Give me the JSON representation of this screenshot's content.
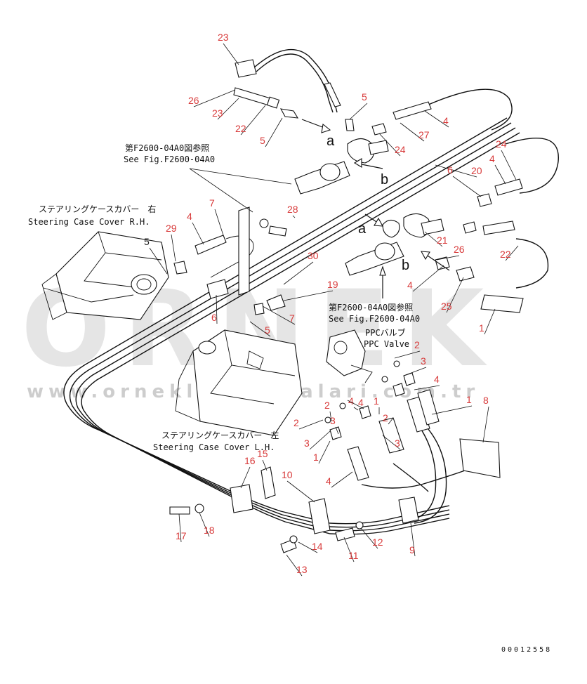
{
  "watermark": {
    "brand": "ORNEK",
    "url": "www.orneklsmakinalari.com.tr"
  },
  "references": {
    "top": {
      "jp": "第F2600-04A0図参照",
      "en": "See Fig.F2600-04A0"
    },
    "mid": {
      "jp": "第F2600-04A0図参照",
      "en": "See Fig.F2600-04A0"
    }
  },
  "components": {
    "cover_rh": {
      "jp": "ステアリングケースカバー　右",
      "en": "Steering Case Cover R.H."
    },
    "cover_lh": {
      "jp": "ステアリングケースカバー　左",
      "en": "Steering Case Cover L.H."
    },
    "ppc_valve": {
      "jp": "PPCバルブ",
      "en": "PPC Valve"
    }
  },
  "letters": {
    "a": "a",
    "b": "b"
  },
  "doc_number": "00012558",
  "callout_numbers": [
    "23",
    "26",
    "23",
    "22",
    "5",
    "5",
    "27",
    "4",
    "24",
    "20",
    "21",
    "28",
    "4",
    "24",
    "6",
    "29",
    "4",
    "7",
    "5",
    "26",
    "4",
    "30",
    "19",
    "6",
    "7",
    "5",
    "22",
    "25",
    "1",
    "2",
    "3",
    "4",
    "1",
    "2",
    "3",
    "1",
    "2",
    "3",
    "4",
    "1",
    "2",
    "3",
    "4",
    "4",
    "8",
    "16",
    "15",
    "10",
    "17",
    "18",
    "14",
    "11",
    "12",
    "9",
    "13"
  ]
}
